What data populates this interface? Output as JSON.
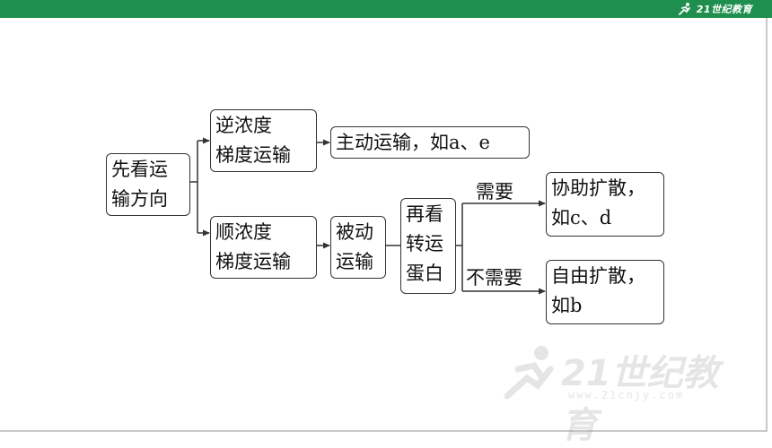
{
  "header": {
    "brand": "21世纪教育",
    "color": "#1e8f4e"
  },
  "diagram": {
    "root": [
      "先看运",
      "输方向"
    ],
    "against_gradient": [
      "逆浓度",
      "梯度运输"
    ],
    "active_transport": "主动运输，如a、e",
    "along_gradient": [
      "顺浓度",
      "梯度运输"
    ],
    "passive_transport": [
      "被动",
      "运输"
    ],
    "check_carrier": [
      "再看",
      "转运",
      "蛋白"
    ],
    "need_label": "需要",
    "no_need_label": "不需要",
    "facilitated_diffusion": [
      "协助扩散，",
      "如c、d"
    ],
    "free_diffusion": [
      "自由扩散，",
      "如b"
    ]
  },
  "watermark": {
    "brand": "21世纪教育",
    "url": "www.21cnjy.com"
  }
}
